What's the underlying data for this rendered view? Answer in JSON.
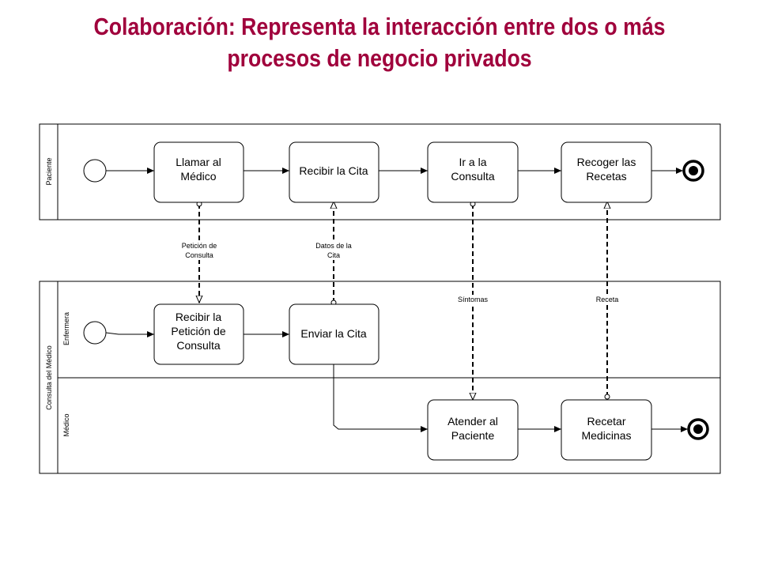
{
  "title": {
    "line1": "Colaboración: Representa la interacción entre dos o más",
    "line2": "procesos de negocio privados"
  },
  "pools": {
    "paciente": {
      "label": "Paciente"
    },
    "consulta": {
      "label": "Consulta del Médico",
      "lanes": {
        "enfermera": "Enfermera",
        "medico": "Médico"
      }
    }
  },
  "tasks": {
    "llamar": [
      "Llamar al",
      "Médico"
    ],
    "recibir_cita": [
      "Recibir la Cita"
    ],
    "ir_consulta": [
      "Ir a la",
      "Consulta"
    ],
    "recoger": [
      "Recoger las",
      "Recetas"
    ],
    "recibir_peticion": [
      "Recibir la",
      "Petición de",
      "Consulta"
    ],
    "enviar_cita": [
      "Enviar la Cita"
    ],
    "atender": [
      "Atender al",
      "Paciente"
    ],
    "recetar": [
      "Recetar",
      "Medicinas"
    ]
  },
  "messages": {
    "peticion": [
      "Petición de",
      "Consulta"
    ],
    "datos": [
      "Datos de la",
      "Cita"
    ],
    "sintomas": [
      "Síntomas"
    ],
    "receta": [
      "Receta"
    ]
  },
  "colors": {
    "title": "#a0003c",
    "stroke": "#000000"
  }
}
